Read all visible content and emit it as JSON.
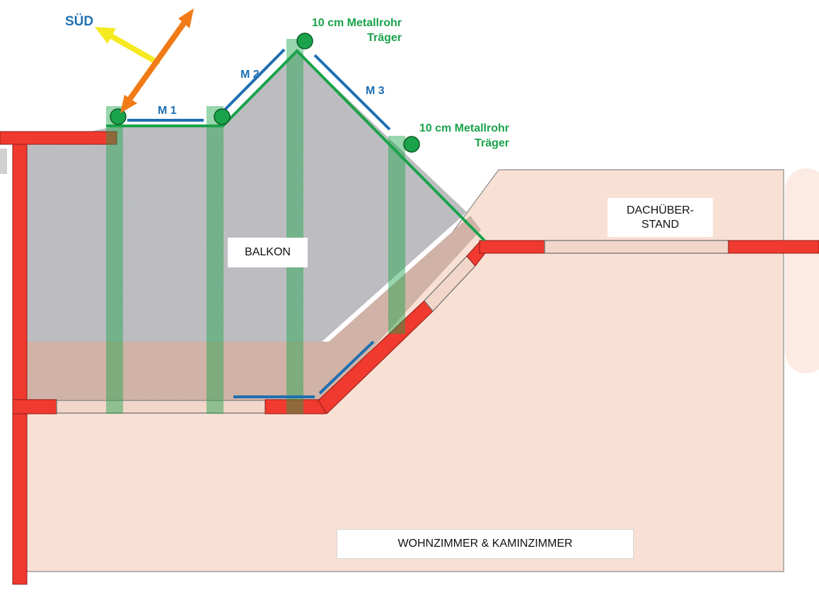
{
  "compass": {
    "label": "SÜD"
  },
  "pipes": [
    {
      "line1": "10 cm Metallrohr",
      "line2": "Träger"
    },
    {
      "line1": "10 cm Metallrohr",
      "line2": "Träger"
    }
  ],
  "segments": {
    "m1": "M 1",
    "m2": "M 2",
    "m3": "M 3"
  },
  "rooms": {
    "balkon": "BALKON",
    "dachueberstand": "DACHÜBER-\nSTAND",
    "wohnzimmer": "WOHNZIMMER & KAMINZIMMER"
  },
  "colors": {
    "wall_red": "#f0392f",
    "interior": "#f9e0d4",
    "support_green": "#1aa34a",
    "measure_blue": "#1f6fb2",
    "arrow_yellow": "#f5ea22",
    "arrow_orange": "#f07b17",
    "window_fill": "#f1d6c9"
  }
}
